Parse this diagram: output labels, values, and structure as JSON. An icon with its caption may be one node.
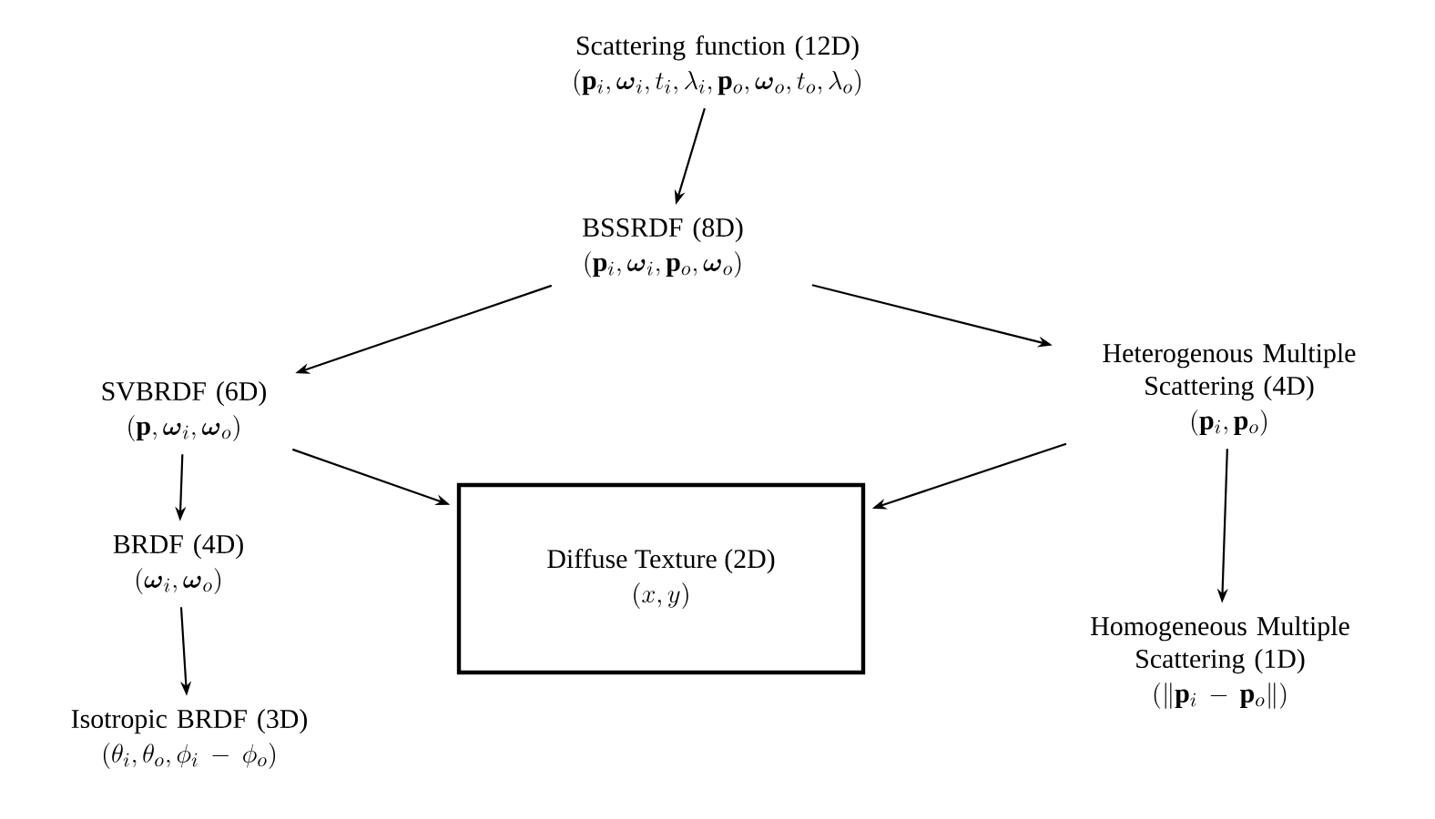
{
  "diagram": {
    "nodes": [
      {
        "text": [
          "Scattering function (12D)",
          "(\\mathbf{p}_i,\\boldsymbol{\\omega}_i,t_i,\\lambda_i,\\mathbf{p}_o,\\boldsymbol{\\omega}_o,t_o,\\lambda_o)"
        ]
      },
      {
        "text": [
          "BSSRDF (8D)",
          "(\\mathbf{p}_i,\\boldsymbol{\\omega}_i,\\mathbf{p}_o,\\boldsymbol{\\omega}_o)"
        ]
      },
      {
        "text": [
          "SVBRDF (6D)",
          "(\\mathbf{p},\\boldsymbol{\\omega}_i,\\boldsymbol{\\omega}_o)"
        ]
      },
      {
        "text": [
          "Heterogenous Multiple Scattering (4D)",
          "(\\mathbf{p}_i,\\mathbf{p}_o)"
        ]
      },
      {
        "text": [
          "Diffuse Texture (2D)",
          "(x,y)"
        ]
      },
      {
        "text": [
          "BRDF (4D)",
          "(\\boldsymbol{\\omega}_i,\\boldsymbol{\\omega}_o)"
        ]
      },
      {
        "text": [
          "Homogeneous Multiple Scattering (1D)",
          "(\\|\\mathbf{p}_i-\\mathbf{p}_o\\|)"
        ]
      },
      {
        "text": [
          "Isotropic BRDF (3D)",
          "(\\theta_i,\\theta_o,\\phi_i-\\phi_o)"
        ]
      }
    ],
    "edges": [
      {
        "from": 0,
        "to": 1,
        "arrow": "to"
      },
      {
        "from": 1,
        "to": 2,
        "arrow": "to"
      },
      {
        "from": 1,
        "to": 3,
        "arrow": "to"
      },
      {
        "from": 2,
        "to": 4,
        "arrow": "to"
      },
      {
        "from": 3,
        "to": 4,
        "arrow": "to"
      },
      {
        "from": 2,
        "to": 5,
        "arrow": "to"
      },
      {
        "from": 3,
        "to": 6,
        "arrow": "to"
      },
      {
        "from": 5,
        "to": 7,
        "arrow": "to"
      }
    ]
  }
}
